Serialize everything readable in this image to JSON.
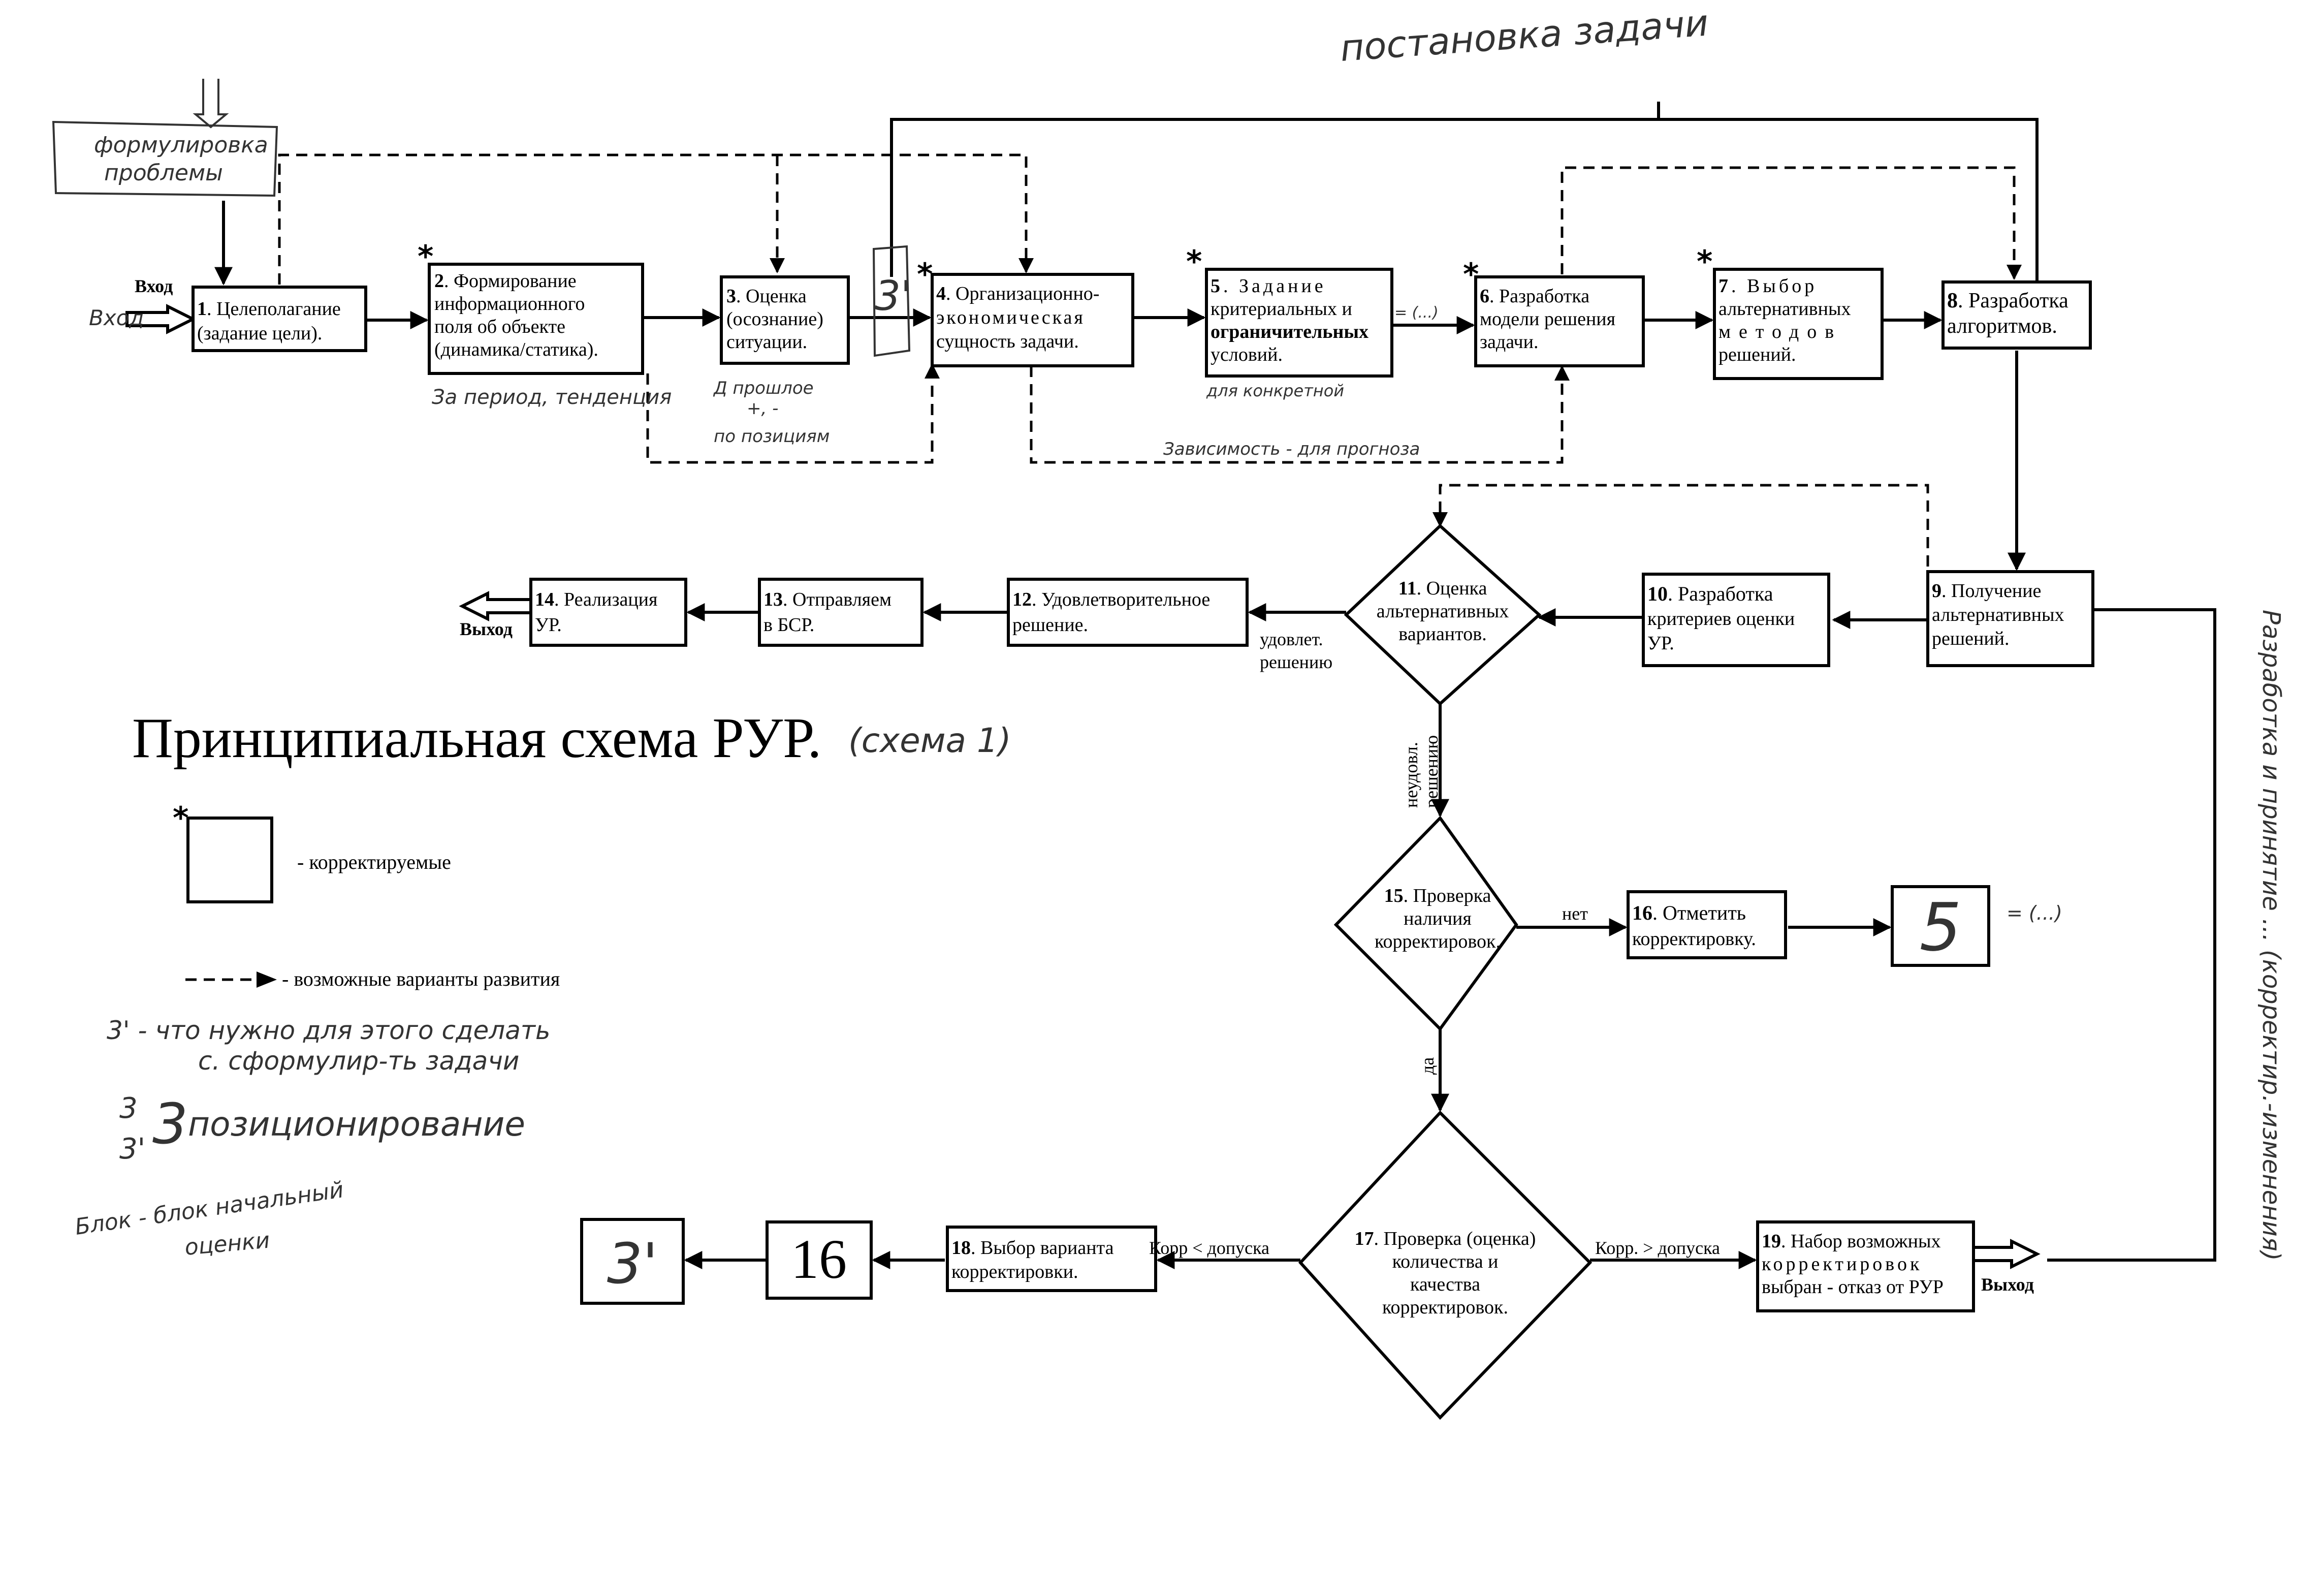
{
  "title": {
    "main": "Принципиальная схема РУР.",
    "note": "(схема 1)"
  },
  "top_note": "постановка задачи",
  "blocks": {
    "b1": {
      "num": "1",
      "text": ". Целеполагание",
      "line2": "(задание цели)."
    },
    "b2": {
      "num": "2",
      "text": ". Формирование",
      "line2": "информационного",
      "line3": "поля об объекте",
      "line4": "(динамика/статика)."
    },
    "b3": {
      "num": "3",
      "text": ". Оценка",
      "line2": "(осознание)",
      "line3": "ситуации."
    },
    "b3p": {
      "text": "3'"
    },
    "b4": {
      "num": "4",
      "text": ". Организационно-",
      "line2": "экономическая",
      "line3": "сущность задачи."
    },
    "b5": {
      "num": "5",
      "text": ". Задание",
      "line2": "критериальных и",
      "line3": "ограничительных",
      "line4": "условий."
    },
    "b6": {
      "num": "6",
      "text": ". Разработка",
      "line2": "модели решения",
      "line3": "задачи."
    },
    "b7": {
      "num": "7",
      "text": ". Выбор",
      "line2": "альтернативных",
      "line3": "методов",
      "line4": "решений."
    },
    "b8": {
      "num": "8",
      "text": ". Разработка",
      "line2": "алгоритмов."
    },
    "b9": {
      "num": "9",
      "text": ". Получение",
      "line2": "альтернативных",
      "line3": "решений."
    },
    "b10": {
      "num": "10",
      "text": ". Разработка",
      "line2": "критериев оценки",
      "line3": "УР."
    },
    "b11": {
      "num": "11",
      "text": ". Оценка",
      "line2": "альтернативных",
      "line3": "вариантов."
    },
    "b12": {
      "num": "12",
      "text": ". Удовлетворительное",
      "line2": "решение."
    },
    "b13": {
      "num": "13",
      "text": ". Отправляем",
      "line2": "в БСР."
    },
    "b14": {
      "num": "14",
      "text": ". Реализация",
      "line2": "УР."
    },
    "b15": {
      "num": "15",
      "text": ". Проверка",
      "line2": "наличия",
      "line3": "корректировок."
    },
    "b16": {
      "num": "16",
      "text": ". Отметить",
      "line2": "корректировку."
    },
    "b5ref": {
      "text": "5"
    },
    "b17": {
      "num": "17",
      "text": ". Проверка (оценка)",
      "line2": "количества и",
      "line3": "качества",
      "line4": "корректировок."
    },
    "b18": {
      "num": "18",
      "text": ". Выбор варианта",
      "line2": "корректировки."
    },
    "b19": {
      "num": "19",
      "text": ". Набор возможных",
      "line2": "корректировок",
      "line3": "выбран - отказ от РУР"
    },
    "box16": {
      "text": "16"
    },
    "box3p": {
      "text": "3'"
    }
  },
  "labels": {
    "vhod1": "Вход",
    "vhod2": "Вход",
    "vyhod1": "Выход",
    "vyhod2": "Выход",
    "udovl1": "удовлет.",
    "udovl2": "решению",
    "neudov1": "неудовл.",
    "neudov2": "решению",
    "net": "нет",
    "da": "да",
    "korr_less": "Корр < допуска",
    "korr_more": "Корр. > допуска"
  },
  "legend": {
    "corrected": "- корректируемые",
    "possible": "- возможные варианты развития"
  },
  "handwritten": {
    "formulate1": "формулировка",
    "formulate2": "проблемы",
    "note3a": "3' - что нужно для этого сделать",
    "note3b": "с. сформулир-ть задачи",
    "positioning": "позиционирование",
    "pos1": "3",
    "pos2": "3'",
    "bottom1": "Блок - блок начальный",
    "bottom2": "оценки",
    "under2": "За период, тенденция",
    "under3a": "Д прошлое",
    "under3b": "+, -",
    "under3c": "по позициям",
    "under5": "для конкретной",
    "under6": "Зависимость - для прогноза",
    "side": "Разработка и принятие ... (корректир.-изменения)",
    "note4": "= (...)",
    "bracket": "3"
  }
}
